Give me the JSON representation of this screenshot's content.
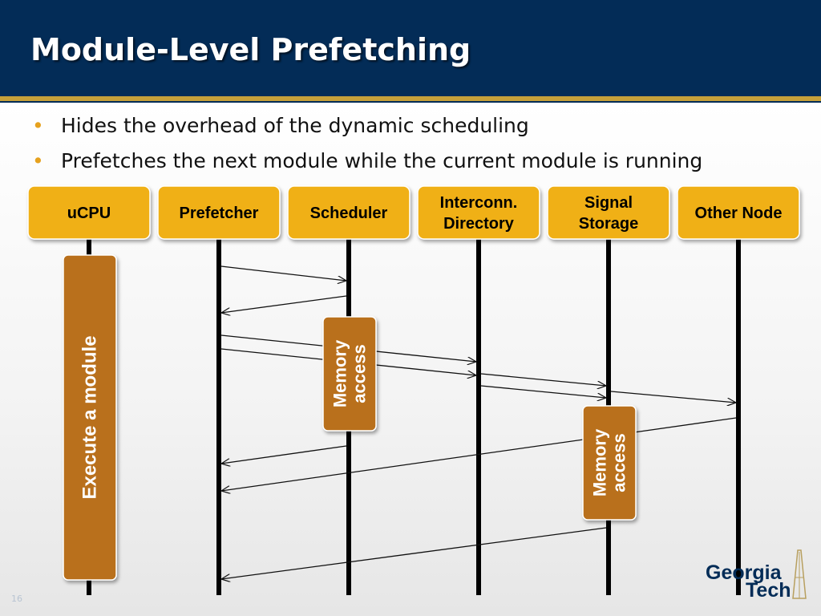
{
  "slide": {
    "title": "Module-Level Prefetching",
    "bullets": [
      "Hides the overhead of the dynamic scheduling",
      "Prefetches the next module while the current module is running"
    ],
    "slide_number": "16",
    "logo": {
      "line1": "Georgia",
      "line2": "Tech"
    }
  },
  "colors": {
    "title_bg": "#032c57",
    "accent_gold": "#c6a03a",
    "box_fill": "#f0b016",
    "block_fill": "#b9701a",
    "bullet": "#e6a11e"
  },
  "diagram": {
    "participants": [
      {
        "id": "ucpu",
        "lines": [
          "uCPU"
        ]
      },
      {
        "id": "prefetcher",
        "lines": [
          "Prefetcher"
        ]
      },
      {
        "id": "scheduler",
        "lines": [
          "Scheduler"
        ]
      },
      {
        "id": "interconn",
        "lines": [
          "Interconn.",
          "Directory"
        ]
      },
      {
        "id": "signal",
        "lines": [
          "Signal",
          "Storage"
        ]
      },
      {
        "id": "other",
        "lines": [
          "Other Node"
        ]
      }
    ],
    "activations": [
      {
        "id": "execute",
        "participant": "ucpu",
        "label": [
          "Execute a module"
        ]
      },
      {
        "id": "mem1",
        "participant": "scheduler",
        "label": [
          "Memory",
          "access"
        ]
      },
      {
        "id": "mem2",
        "participant": "signal",
        "label": [
          "Memory",
          "access"
        ]
      }
    ],
    "messages": [
      {
        "from": "prefetcher",
        "to": "scheduler"
      },
      {
        "from": "scheduler",
        "to": "prefetcher"
      },
      {
        "from": "prefetcher",
        "to": "interconn"
      },
      {
        "from": "prefetcher",
        "to": "interconn"
      },
      {
        "from": "interconn",
        "to": "signal"
      },
      {
        "from": "interconn",
        "to": "signal"
      },
      {
        "from": "signal",
        "to": "other"
      },
      {
        "from": "scheduler",
        "to": "prefetcher"
      },
      {
        "from": "other",
        "to": "prefetcher"
      },
      {
        "from": "signal",
        "to": "prefetcher"
      }
    ]
  }
}
